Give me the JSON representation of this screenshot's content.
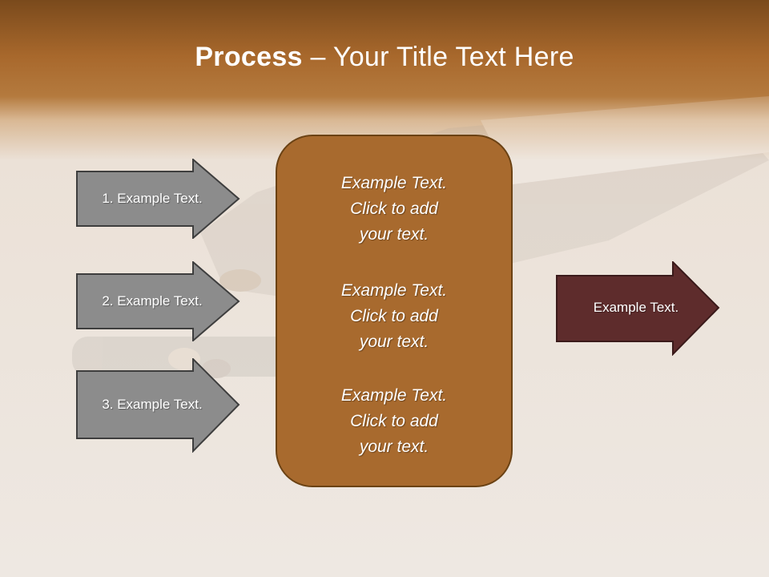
{
  "slide": {
    "title_bold": "Process",
    "title_dash": " – ",
    "title_rest": "Your Title Text Here"
  },
  "left_arrows": [
    {
      "label": "1. Example Text."
    },
    {
      "label": "2. Example Text."
    },
    {
      "label": "3. Example Text."
    }
  ],
  "center_box": {
    "blocks": [
      {
        "line1": "Example Text.",
        "line2": "Click  to add",
        "line3": "your text."
      },
      {
        "line1": "Example Text.",
        "line2": "Click  to add",
        "line3": "your text."
      },
      {
        "line1": "Example Text.",
        "line2": "Click  to add",
        "line3": "your text."
      }
    ]
  },
  "right_arrow": {
    "label": "Example Text."
  },
  "colors": {
    "header": "#a8682c",
    "gray_arrow": "#8c8c8c",
    "center_box": "#a86a2e",
    "right_arrow": "#5e2c2c"
  }
}
